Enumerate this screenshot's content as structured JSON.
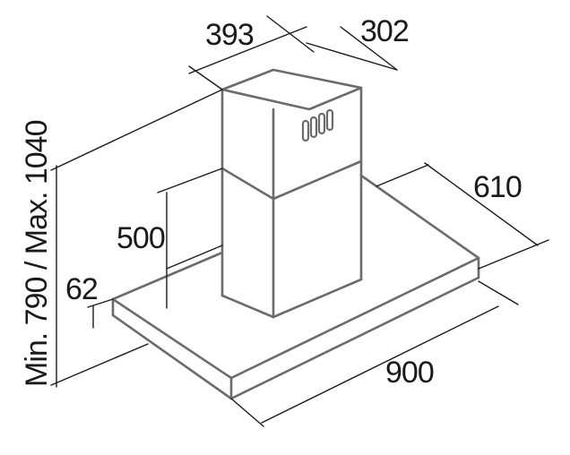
{
  "dimensions": {
    "chimney_width": "393",
    "chimney_depth": "302",
    "canopy_depth": "610",
    "lower_chimney_height": "500",
    "canopy_thickness": "62",
    "canopy_width": "900",
    "overall_height": "Min. 790 / Max. 1040"
  },
  "colors": {
    "outline": "#6b6b6b",
    "dimension": "#1a1a1a",
    "background": "#ffffff"
  }
}
